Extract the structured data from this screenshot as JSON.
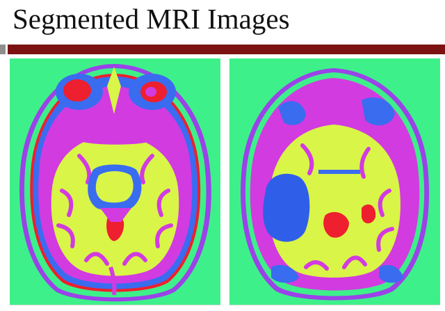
{
  "slide": {
    "title": "Segmented MRI Images"
  },
  "colors": {
    "background": "#3ef08a",
    "csf_blue": "#3a6cf0",
    "gray_matter_magenta": "#d23be0",
    "white_matter_yellow": "#d9f548",
    "eye_red": "#ee1f2e",
    "scalp_purple": "#9b42e8",
    "title_bar": "#7d1212"
  },
  "images": [
    {
      "name": "segmented-mri-normal"
    },
    {
      "name": "segmented-mri-lesion"
    }
  ]
}
